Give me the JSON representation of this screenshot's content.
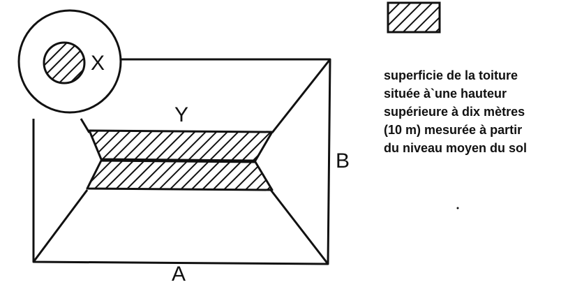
{
  "labels": {
    "x": "X",
    "y": "Y",
    "a": "A",
    "b": "B"
  },
  "legend": {
    "lines": [
      "superficie de la toiture",
      "située à`une hauteur",
      "supérieure à dix mètres",
      "(10 m) mesurée à partir",
      "du niveau moyen du sol"
    ]
  },
  "colors": {
    "ink": "#111111",
    "background": "#ffffff"
  }
}
